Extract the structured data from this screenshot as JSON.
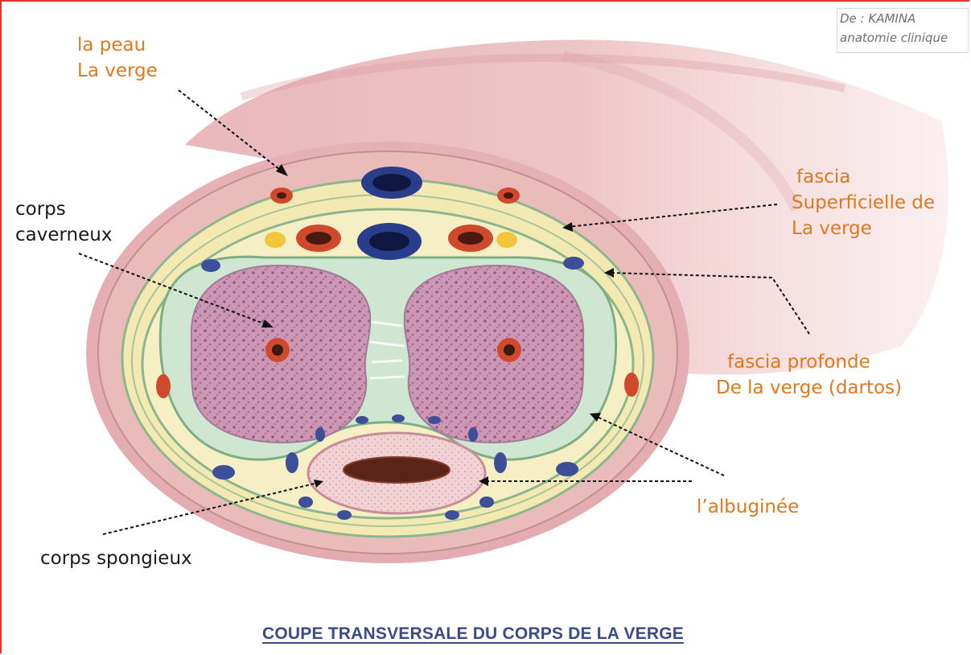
{
  "credit": {
    "line1": "De : KAMINA",
    "line2": "anatomie clinique"
  },
  "labels": {
    "peau_line1": "la peau",
    "peau_line2": "La verge",
    "caverneux_line1": "corps",
    "caverneux_line2": "caverneux",
    "superficielle_line1": "fascia",
    "superficielle_line2": "Superficielle de",
    "superficielle_line3": "La verge",
    "profonde_line1": "fascia profonde",
    "profonde_line2": "De la verge (dartos)",
    "albuginee": "l’albuginée",
    "spongieux": "corps spongieux"
  },
  "title": "COUPE TRANSVERSALE DU CORPS DE LA VERGE",
  "colors": {
    "label_orange": "#e0781e",
    "label_dark": "#1a1a1a",
    "title_blue": "#3a4b86",
    "skin_pink": "#e8b3b6",
    "fascia_yellow": "#f2ecb5",
    "green_layer": "#cfe6d0",
    "cavernous_purple": "#c993b1",
    "artery_red": "#cf4a2c",
    "vein_blue": "#2a3d8a",
    "frame_red": "#e8322b"
  }
}
